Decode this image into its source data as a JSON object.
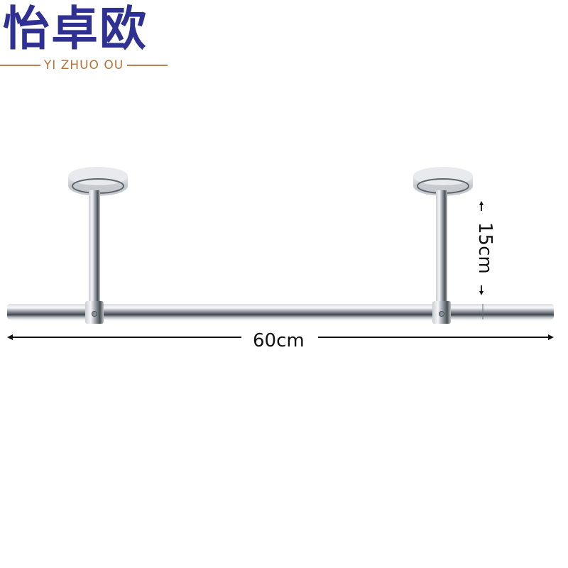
{
  "brand": {
    "name_cn": "怡卓欧",
    "name_en": "YI ZHUO OU",
    "colors": {
      "primary": "#2e3192",
      "secondary": "#b5733a"
    }
  },
  "product": {
    "description": "Ceiling-mounted stainless steel hanging rod with two ceiling flanges",
    "dimensions": {
      "width_label": "60cm",
      "drop_label": "15cm"
    }
  }
}
